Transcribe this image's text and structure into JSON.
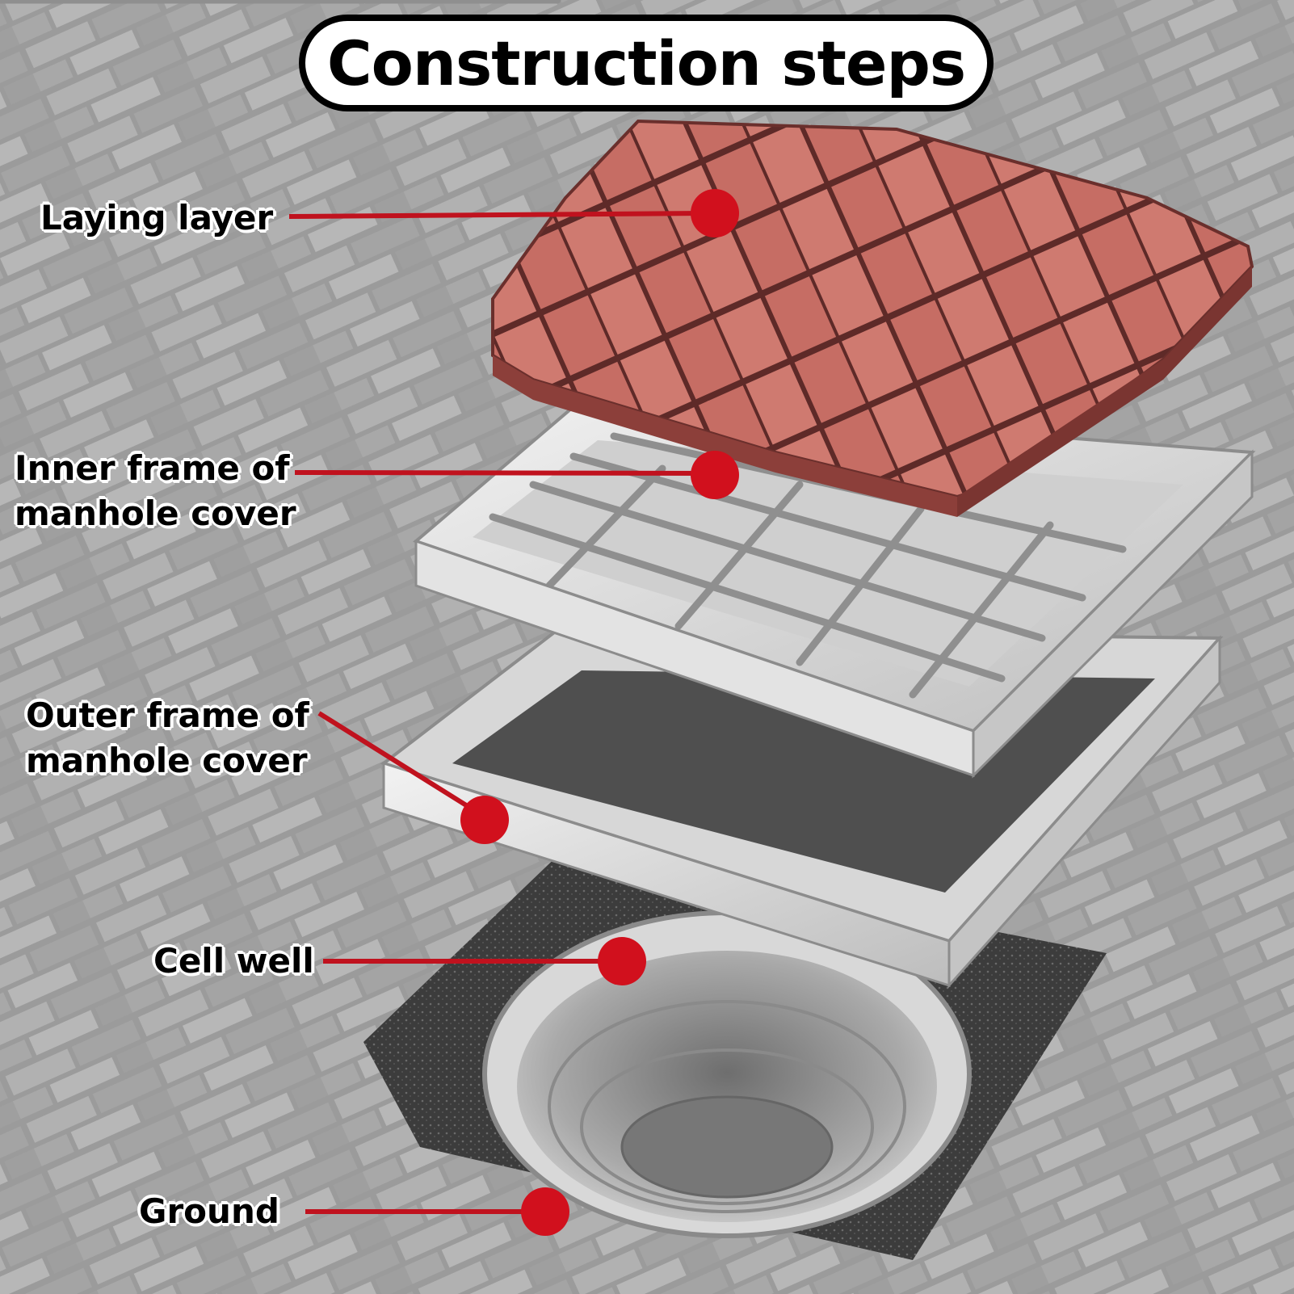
{
  "title": "Construction steps",
  "labels": {
    "laying_layer": "Laying layer",
    "inner_frame": [
      "Inner frame of",
      "manhole cover"
    ],
    "outer_frame": [
      "Outer frame of",
      "manhole cover"
    ],
    "cell_well": "Cell well",
    "ground": "Ground"
  },
  "colors": {
    "pointer": "#c0121e",
    "brick_red": "#c96a62",
    "steel": "#dcdcdc",
    "paving": "#8f8f8f"
  }
}
